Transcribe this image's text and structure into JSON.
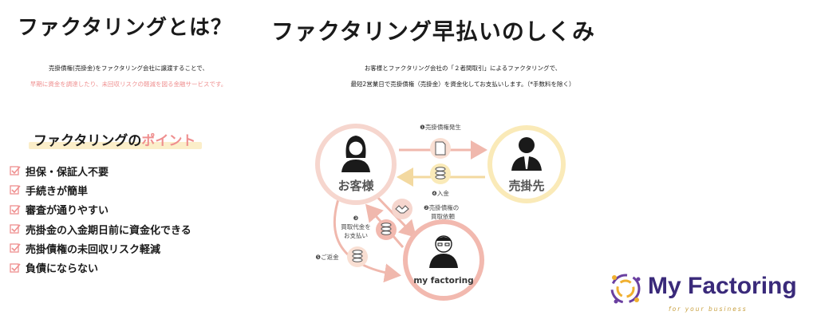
{
  "left": {
    "title": "ファクタリングとは？",
    "desc_line1": "売掛債権(売掛金)をファクタリング会社に譲渡することで、",
    "desc_line2": "早期に資金を調達したり、未回収リスクの軽減を図る金融サービスです。",
    "point_heading_main": "ファクタリングの",
    "point_heading_accent": "ポイント",
    "points": [
      "担保・保証人不要",
      "手続きが簡単",
      "審査が通りやすい",
      "売掛金の入金期日前に資金化できる",
      "売掛債権の未回収リスク軽減",
      "負債にならない"
    ]
  },
  "right": {
    "title": "ファクタリング早払いのしくみ",
    "desc_line1": "お客様とファクタリング会社の「２者間取引」によるファクタリングで、",
    "desc_line2": "最短2営業日で売掛債権（売掛金）を資金化してお支払いします。（*手数料を除く）"
  },
  "diagram": {
    "customer": "お客様",
    "buyer": "売掛先",
    "company": "my factoring",
    "step1": "❶売掛債権発生",
    "step2a": "❷売掛債権の",
    "step2b": "買取依頼",
    "step3num": "❸",
    "step3a": "買取代金を",
    "step3b": "お支払い",
    "step4": "❹入金",
    "step5": "❺ご返金"
  },
  "logo": {
    "name": "My Factoring",
    "tagline": "for your business"
  },
  "colors": {
    "accent_pink": "#ef8f8f",
    "circle_pink": "#f4cfc7",
    "circle_yellow": "#faeab8",
    "logo_purple": "#3a2a7a"
  }
}
